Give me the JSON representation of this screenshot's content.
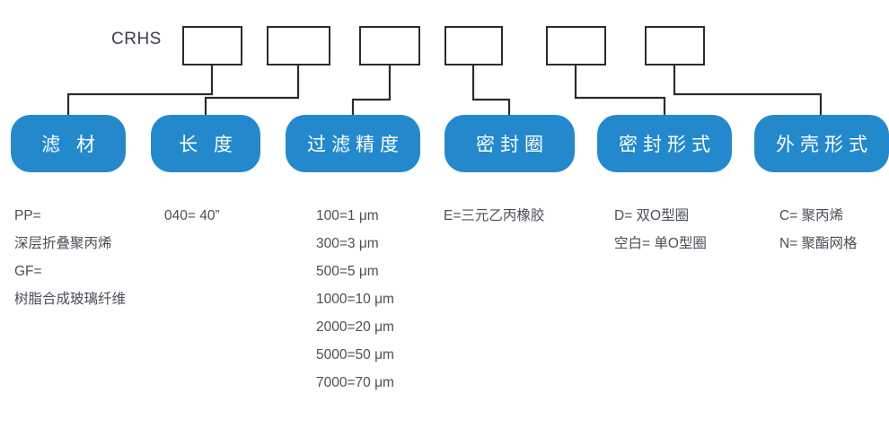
{
  "diagram": {
    "prefix_label": "CRHS",
    "accent_color": "#2389cc",
    "line_color": "#2f2a28",
    "text_color": "#4a4f57",
    "segments": [
      {
        "id": "filter-media",
        "pill_label": "滤 材",
        "options": [
          "PP=",
          "深层折叠聚丙烯",
          "GF=",
          "树脂合成玻璃纤维"
        ]
      },
      {
        "id": "length",
        "pill_label": "长 度",
        "options": [
          "040= 40”"
        ]
      },
      {
        "id": "filtration-accuracy",
        "pill_label": "过滤精度",
        "options": [
          "100=1 μm",
          "300=3 μm",
          "500=5 μm",
          "1000=10 μm",
          "2000=20 μm",
          "5000=50 μm",
          "7000=70 μm"
        ]
      },
      {
        "id": "seal-ring",
        "pill_label": "密封圈",
        "options": [
          "E=三元乙丙橡胶"
        ]
      },
      {
        "id": "seal-type",
        "pill_label": "密封形式",
        "options": [
          "D= 双O型圈",
          "空白= 单O型圈"
        ]
      },
      {
        "id": "housing-type",
        "pill_label": "外壳形式",
        "options": [
          "C= 聚丙烯",
          "N= 聚酯网格"
        ]
      }
    ]
  }
}
